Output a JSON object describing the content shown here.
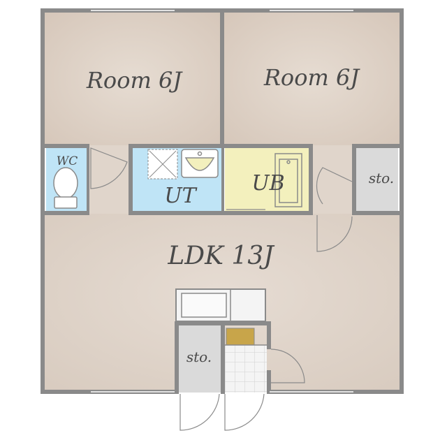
{
  "rooms": {
    "room_left": "Room 6J",
    "room_right": "Room 6J",
    "wc": "WC",
    "ut": "UT",
    "ub": "UB",
    "storage_right": "sto.",
    "ldk": "LDK 13J",
    "storage_bottom": "sto."
  },
  "colors": {
    "wall": "#8a8a8a",
    "room_floor": "#e2d6cc",
    "wet_area": "#bfe4f6",
    "bath": "#f3f0bd",
    "storage": "#dadada",
    "entry_shelf": "#c8a54a"
  }
}
